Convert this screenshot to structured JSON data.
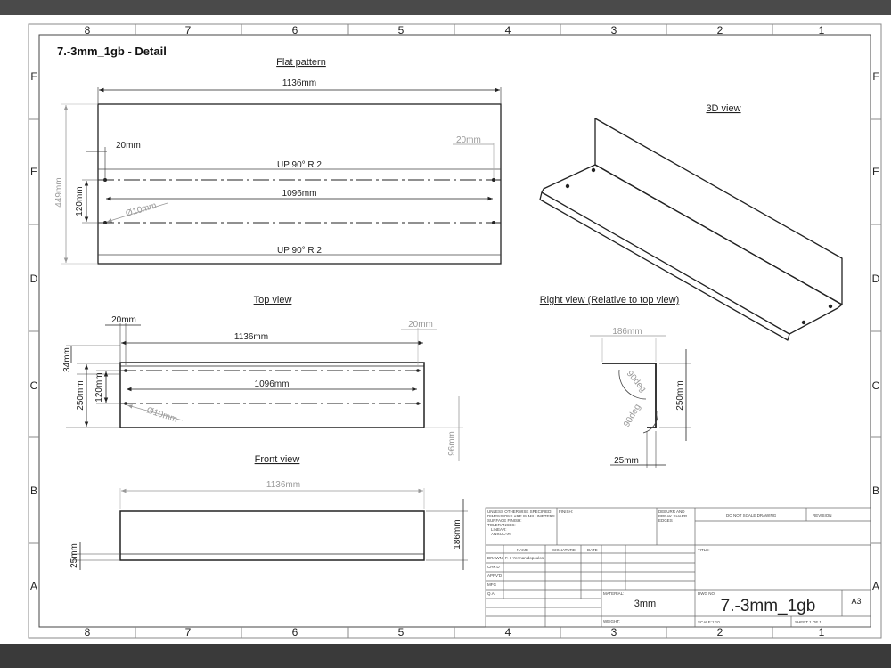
{
  "title": "7.-3mm_1gb - Detail",
  "zone_columns": [
    "8",
    "7",
    "6",
    "5",
    "4",
    "3",
    "2",
    "1"
  ],
  "zone_rows": [
    "F",
    "E",
    "D",
    "C",
    "B",
    "A"
  ],
  "views": {
    "flat": {
      "label": "Flat pattern",
      "overall_length": "1136mm",
      "edge_left": "20mm",
      "edge_right": "20mm",
      "hole_span": "1096mm",
      "hole_dia": "Ø10mm",
      "height": "449mm",
      "hole_row_height": "120mm",
      "bend_top": "UP  90°  R 2",
      "bend_bottom": "UP  90°  R 2"
    },
    "iso": {
      "label": "3D view"
    },
    "top": {
      "label": "Top view",
      "edge_left": "20mm",
      "edge_right": "20mm",
      "overall_length": "1136mm",
      "hole_span": "1096mm",
      "hole_dia": "Ø10mm",
      "dim_34": "34mm",
      "dim_250": "250mm",
      "dim_120": "120mm",
      "dim_96": "96mm"
    },
    "right": {
      "label": "Right view (Relative to top view)",
      "dim_186": "186mm",
      "dim_250": "250mm",
      "dim_25": "25mm",
      "angle_top": "90deg",
      "angle_bottom": "90deg"
    },
    "front": {
      "label": "Front view",
      "overall_length": "1136mm",
      "dim_186": "186mm",
      "dim_25": "25mm"
    }
  },
  "title_block": {
    "notes": [
      "UNLESS OTHERWISE SPECIFIED:",
      "DIMENSIONS ARE IN MILLIMETERS",
      "SURFACE FINISH:",
      "TOLERANCES:",
      "LINEAR:",
      "ANGULAR:"
    ],
    "finish_label": "FINISH:",
    "deburr": [
      "DEBURR AND",
      "BREAK SHARP",
      "EDGES"
    ],
    "do_not_scale": "DO NOT SCALE DRAWING",
    "revision": "REVISION",
    "col_name": "NAME",
    "col_signature": "SIGNATURE",
    "col_date": "DATE",
    "roles": [
      "DRAWN",
      "CHK'D",
      "APPV'D",
      "MFG",
      "Q.A"
    ],
    "drawn_name": "F. I. Yermanidopoulos",
    "title_label": "TITLE:",
    "material_label": "MATERIAL:",
    "material": "3mm",
    "weight_label": "WEIGHT:",
    "dwg_no_label": "DWG NO.",
    "dwg_no": "7.-3mm_1gb",
    "size": "A3",
    "scale": "SCALE:1:10",
    "sheet": "SHEET 1 OF 1"
  }
}
